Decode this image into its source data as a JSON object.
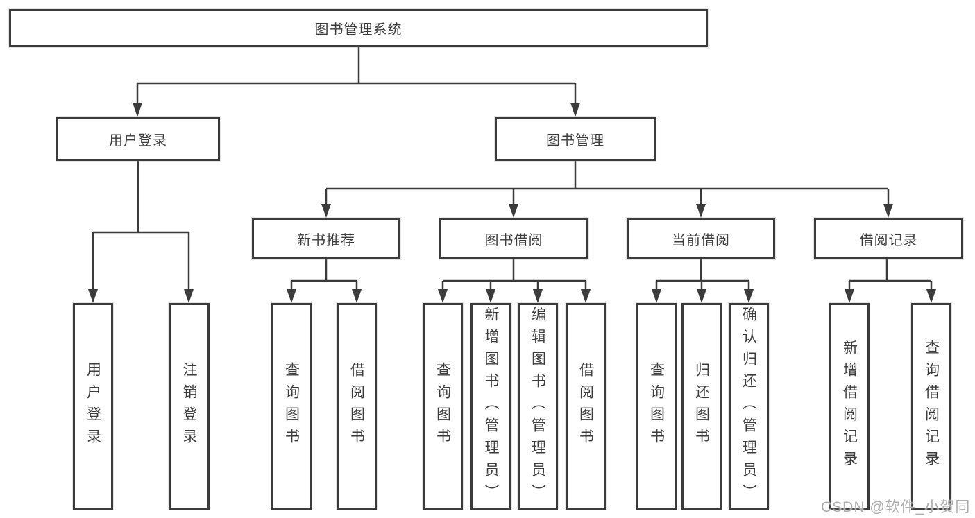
{
  "root": {
    "label": "图书管理系统"
  },
  "level2": [
    {
      "label": "用户登录"
    },
    {
      "label": "图书管理"
    }
  ],
  "level3": [
    {
      "label": "新书推荐",
      "parent": "图书管理"
    },
    {
      "label": "图书借阅",
      "parent": "图书管理"
    },
    {
      "label": "当前借阅",
      "parent": "图书管理"
    },
    {
      "label": "借阅记录",
      "parent": "图书管理"
    }
  ],
  "leaves": [
    {
      "label": "用户登录",
      "parent": "用户登录"
    },
    {
      "label": "注销登录",
      "parent": "用户登录"
    },
    {
      "label": "查询图书",
      "parent": "新书推荐"
    },
    {
      "label": "借阅图书",
      "parent": "新书推荐"
    },
    {
      "label": "查询图书",
      "parent": "图书借阅"
    },
    {
      "label": "新增图书（管理员）",
      "parent": "图书借阅"
    },
    {
      "label": "编辑图书（管理员）",
      "parent": "图书借阅"
    },
    {
      "label": "借阅图书",
      "parent": "图书借阅"
    },
    {
      "label": "查询图书",
      "parent": "当前借阅"
    },
    {
      "label": "归还图书",
      "parent": "当前借阅"
    },
    {
      "label": "确认归还（管理员）",
      "parent": "当前借阅"
    },
    {
      "label": "新增借阅记录",
      "parent": "借阅记录"
    },
    {
      "label": "查询借阅记录",
      "parent": "借阅记录"
    }
  ],
  "colors": {
    "line": "#3b3b3b",
    "text": "#3d3d3d",
    "watermark": "#aeaeae",
    "background": "#ffffff"
  },
  "watermark": {
    "text": "CSDN @软件_小贺同学"
  }
}
